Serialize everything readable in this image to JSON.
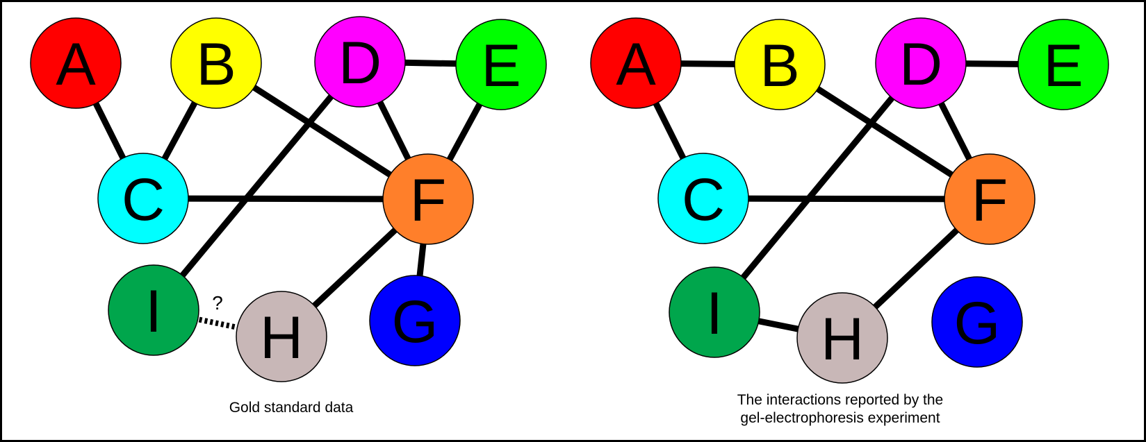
{
  "diagrams": [
    {
      "id": "gold-standard",
      "caption_lines": [
        "Gold standard data"
      ],
      "nodes": [
        {
          "id": "A",
          "label": "A",
          "color": "#ff0000"
        },
        {
          "id": "B",
          "label": "B",
          "color": "#ffff00"
        },
        {
          "id": "D",
          "label": "D",
          "color": "#ff00ff"
        },
        {
          "id": "E",
          "label": "E",
          "color": "#00ff00"
        },
        {
          "id": "C",
          "label": "C",
          "color": "#00ffff"
        },
        {
          "id": "F",
          "label": "F",
          "color": "#ff7f2a"
        },
        {
          "id": "I",
          "label": "I",
          "color": "#00a64c"
        },
        {
          "id": "H",
          "label": "H",
          "color": "#c8b7b7"
        },
        {
          "id": "G",
          "label": "G",
          "color": "#0000ff"
        }
      ],
      "edges": [
        {
          "from": "A",
          "to": "C",
          "style": "solid"
        },
        {
          "from": "B",
          "to": "C",
          "style": "solid"
        },
        {
          "from": "B",
          "to": "F",
          "style": "solid"
        },
        {
          "from": "D",
          "to": "E",
          "style": "solid"
        },
        {
          "from": "D",
          "to": "F",
          "style": "solid"
        },
        {
          "from": "D",
          "to": "I",
          "style": "solid"
        },
        {
          "from": "E",
          "to": "F",
          "style": "solid"
        },
        {
          "from": "C",
          "to": "F",
          "style": "solid"
        },
        {
          "from": "F",
          "to": "G",
          "style": "solid"
        },
        {
          "from": "F",
          "to": "H",
          "style": "solid"
        },
        {
          "from": "I",
          "to": "H",
          "style": "dashed",
          "label": "?"
        }
      ]
    },
    {
      "id": "gel-electrophoresis",
      "caption_lines": [
        "The interactions reported by the",
        "gel-electrophoresis experiment"
      ],
      "nodes": [
        {
          "id": "A",
          "label": "A",
          "color": "#ff0000"
        },
        {
          "id": "B",
          "label": "B",
          "color": "#ffff00"
        },
        {
          "id": "D",
          "label": "D",
          "color": "#ff00ff"
        },
        {
          "id": "E",
          "label": "E",
          "color": "#00ff00"
        },
        {
          "id": "C",
          "label": "C",
          "color": "#00ffff"
        },
        {
          "id": "F",
          "label": "F",
          "color": "#ff7f2a"
        },
        {
          "id": "I",
          "label": "I",
          "color": "#00a64c"
        },
        {
          "id": "H",
          "label": "H",
          "color": "#c8b7b7"
        },
        {
          "id": "G",
          "label": "G",
          "color": "#0000ff"
        }
      ],
      "edges": [
        {
          "from": "A",
          "to": "B",
          "style": "solid"
        },
        {
          "from": "A",
          "to": "C",
          "style": "solid"
        },
        {
          "from": "B",
          "to": "F",
          "style": "solid"
        },
        {
          "from": "D",
          "to": "E",
          "style": "solid"
        },
        {
          "from": "D",
          "to": "F",
          "style": "solid"
        },
        {
          "from": "D",
          "to": "I",
          "style": "solid"
        },
        {
          "from": "C",
          "to": "F",
          "style": "solid"
        },
        {
          "from": "F",
          "to": "H",
          "style": "solid"
        },
        {
          "from": "I",
          "to": "H",
          "style": "solid"
        }
      ]
    }
  ]
}
